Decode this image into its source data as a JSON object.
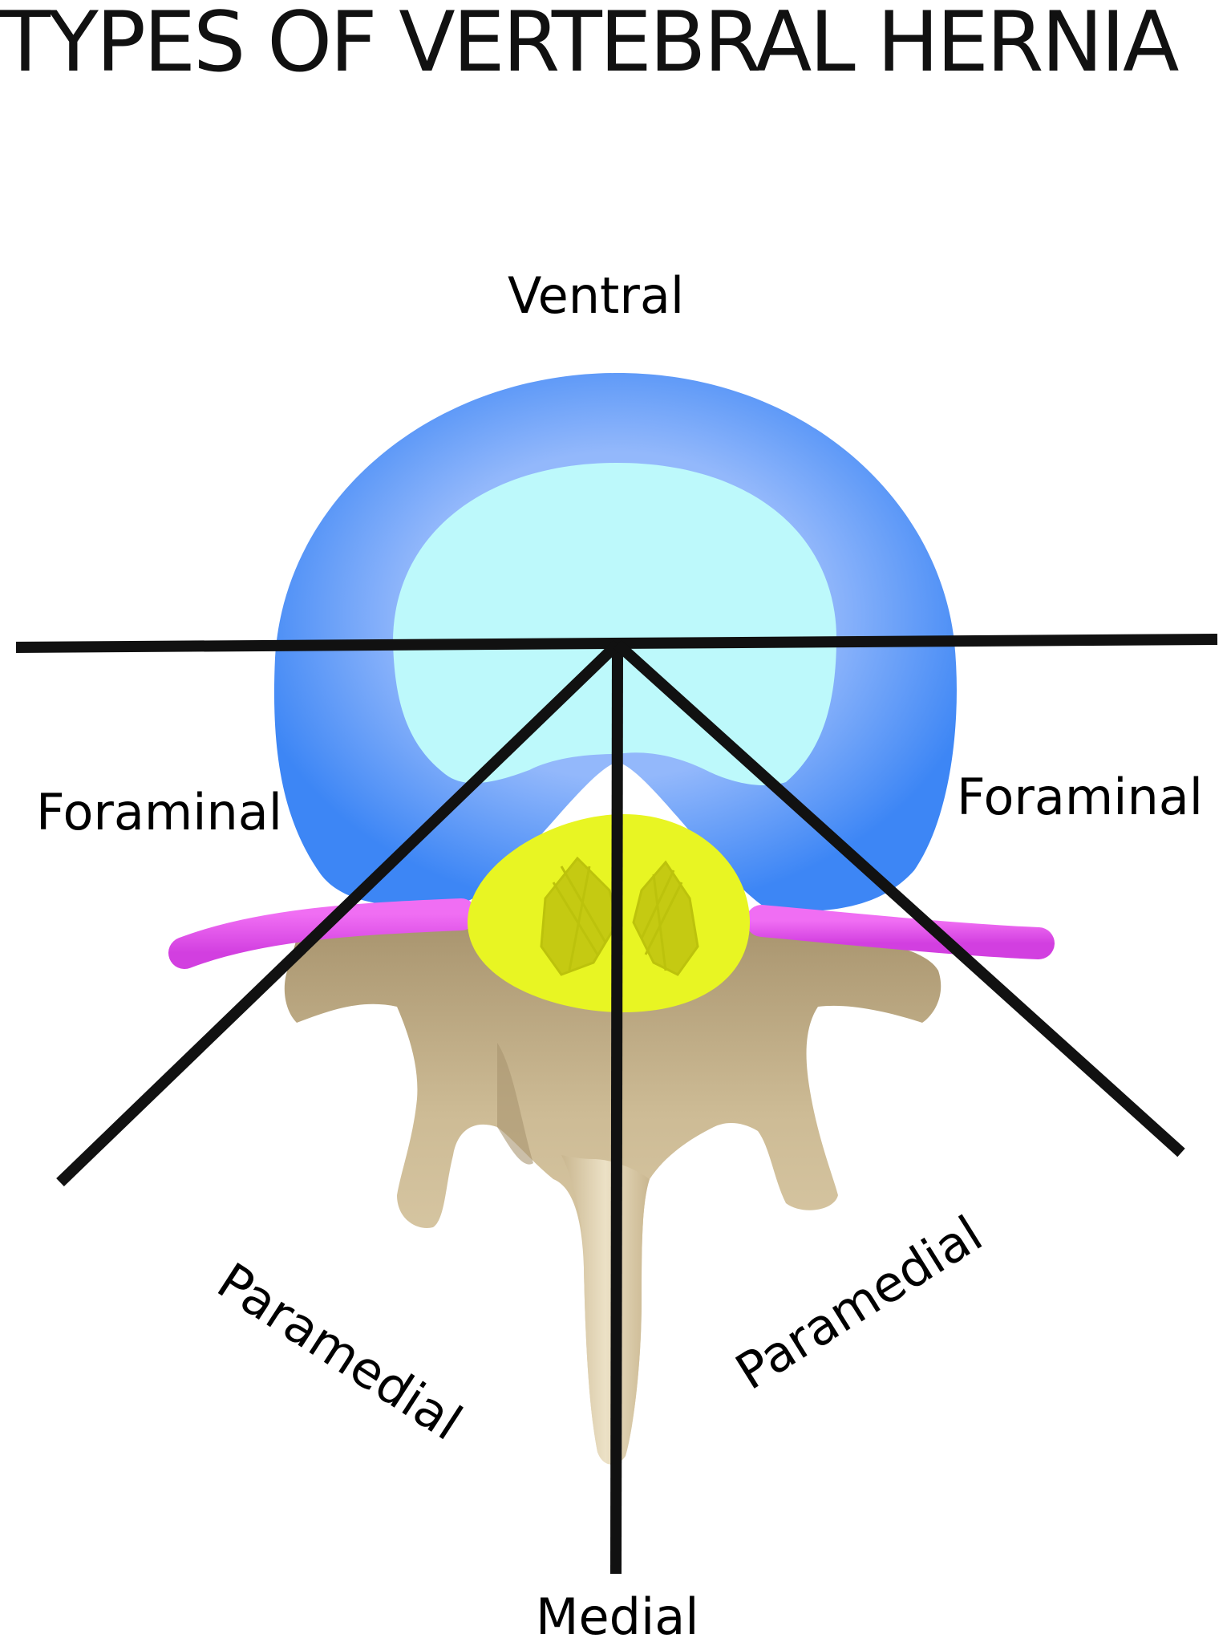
{
  "title": "TYPES OF VERTEBRAL HERNIA",
  "labels": {
    "ventral": "Ventral",
    "foraminal_left": "Foraminal",
    "foraminal_right": "Foraminal",
    "paramedial_left": "Paramedial",
    "paramedial_right": "Paramedial",
    "medial": "Medial"
  },
  "colors": {
    "annulus": "#4f94f8",
    "annulus_light": "#93b8fb",
    "nucleus": "#bdf9fb",
    "spinal_cord": "#e8f523",
    "grey_matter": "#b8bd0a",
    "nerve_root": "#e550ea",
    "bone": "#d9c9a6",
    "bone_shadow": "#a9956f",
    "lines": "#111111"
  }
}
